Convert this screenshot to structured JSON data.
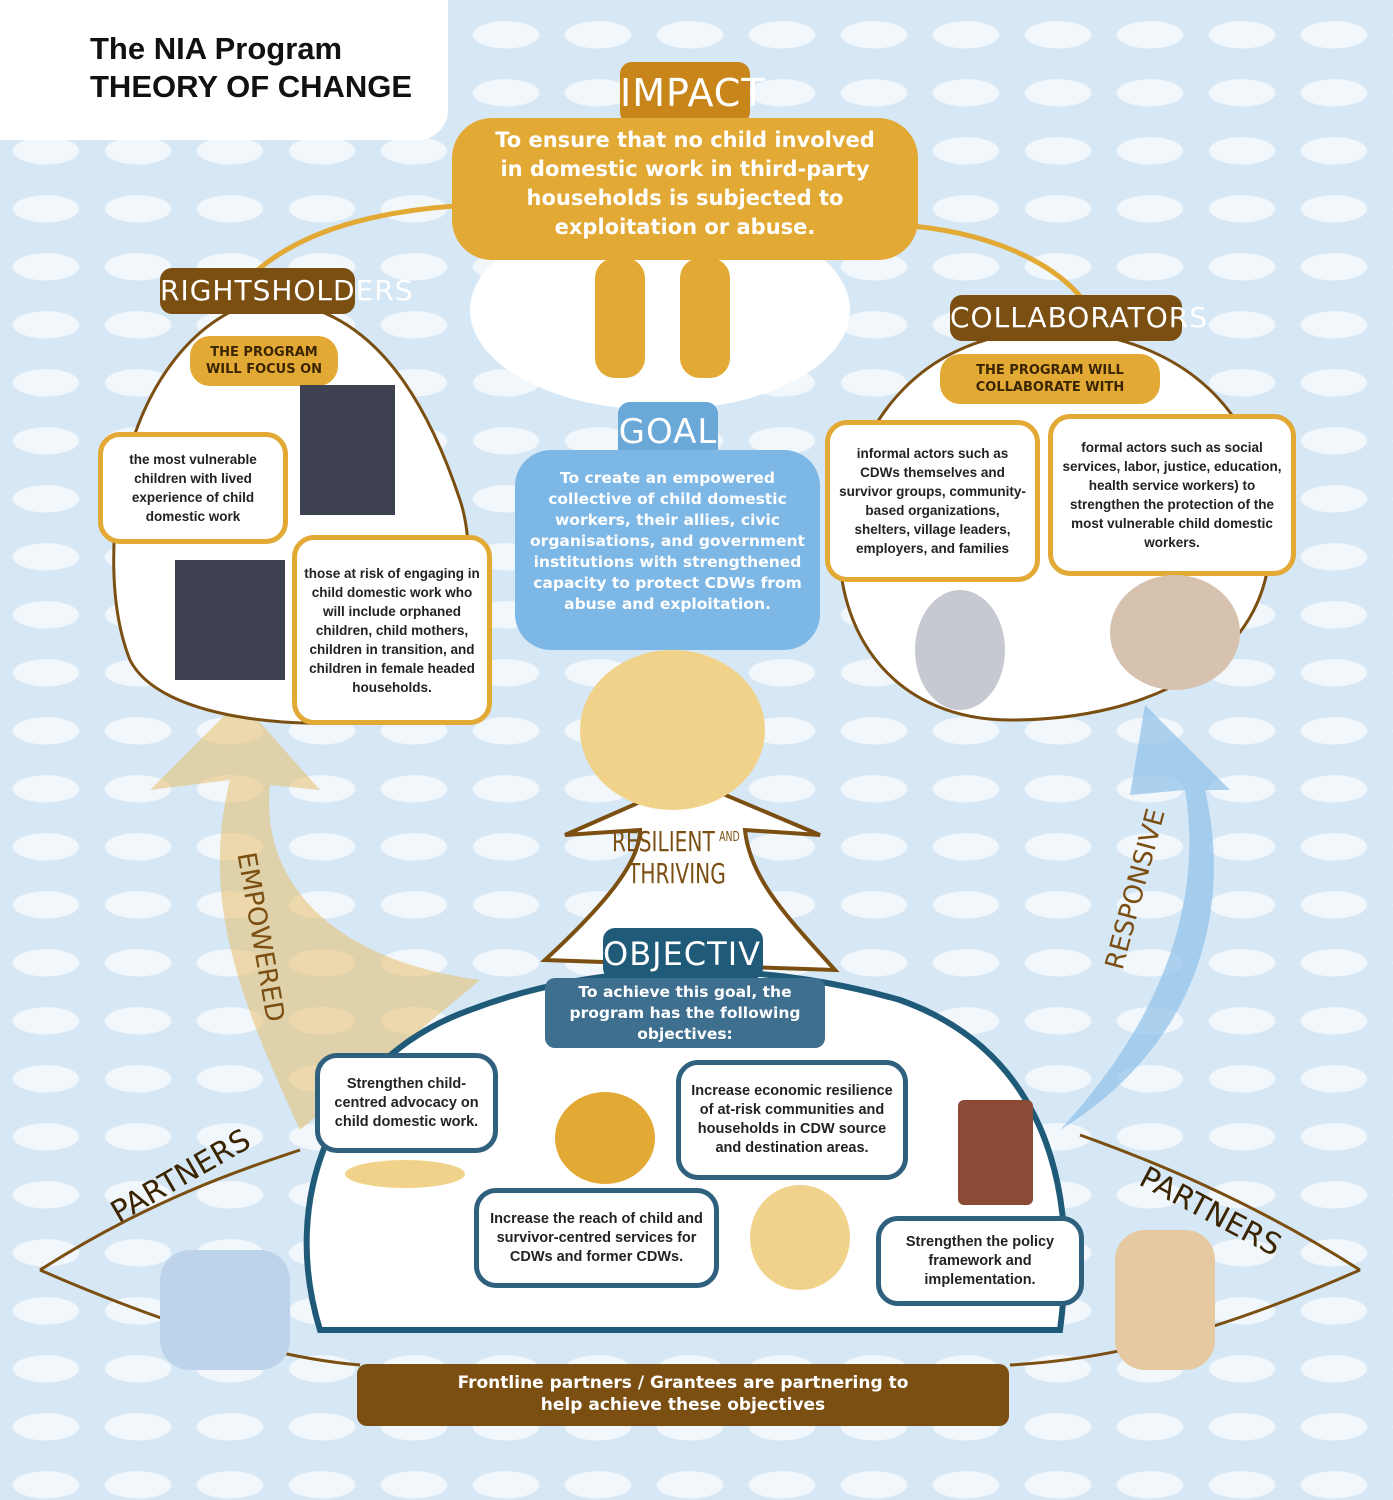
{
  "title": {
    "line1": "The NIA Program",
    "line2": "THEORY OF CHANGE"
  },
  "impact": {
    "label": "IMPACT",
    "text": "To ensure that no child involved in domestic work in third-party households is subjected to exploitation or abuse."
  },
  "rightsholders": {
    "label": "RIGHTSHOLDERS",
    "focus": "THE PROGRAM WILL FOCUS ON",
    "items": [
      "the most vulnerable children with lived experience of child domestic work",
      "those at risk of engaging in child domestic work who will include orphaned children, child mothers, children in transition, and children in female headed households."
    ]
  },
  "goal": {
    "label": "GOAL",
    "text": "To create an empowered collective of child domestic workers, their allies, civic organisations, and government institutions with strengthened capacity to protect CDWs from abuse and exploitation."
  },
  "collaborators": {
    "label": "COLLABORATORS",
    "collab": "THE PROGRAM WILL COLLABORATE WITH",
    "items": [
      "informal actors such as CDWs themselves and survivor groups, community-based organizations, shelters, village leaders, employers, and families",
      "formal actors such as social services, labor, justice, education, health service workers) to strengthen the protection of the most vulnerable child domestic workers."
    ]
  },
  "arrows": {
    "empowered": "EMPOWERED",
    "resilient": "RESILIENT",
    "and": "AND",
    "thriving": "THRIVING",
    "responsive": "RESPONSIVE"
  },
  "objectives": {
    "label": "OBJECTIVES",
    "intro": "To achieve this goal, the program has the following objectives:",
    "items": [
      "Strengthen child-centred advocacy on child domestic work.",
      "Increase the reach of child and survivor-centred services for CDWs and former CDWs.",
      "Increase economic resilience of at-risk communities and households in CDW source and destination areas.",
      "Strengthen the policy framework and implementation."
    ]
  },
  "partners": {
    "left": "PARTNERS",
    "right": "PARTNERS",
    "footer": "Frontline partners / Grantees are partnering to help achieve these objectives"
  },
  "colors": {
    "gold": "#e3a935",
    "brown": "#7b4f12",
    "teal": "#1f5a78",
    "goal_blue": "#7db7e6"
  }
}
